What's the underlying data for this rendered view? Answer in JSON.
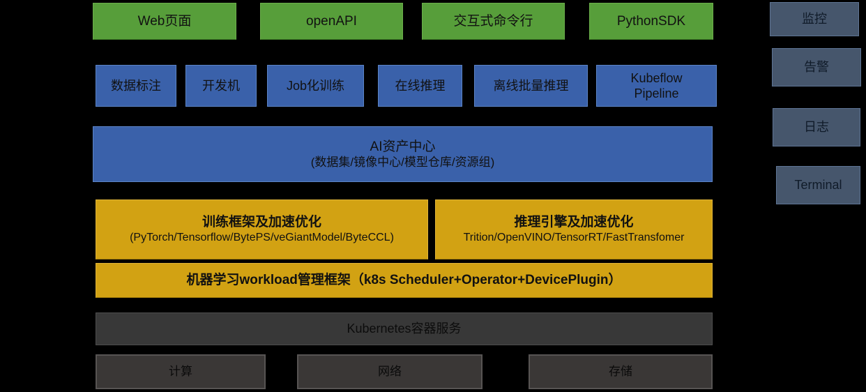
{
  "colors": {
    "background": "#000000",
    "access_green": "#579e3a",
    "platform_blue": "#3a61aa",
    "framework_yellow": "#d2a213",
    "infra_gray": "#3a3736",
    "kubernetes_gray": "#383838",
    "ops_slate": "#46566c"
  },
  "access_row": {
    "items": [
      {
        "label": "Web页面"
      },
      {
        "label": "openAPI"
      },
      {
        "label": "交互式命令行"
      },
      {
        "label": "PythonSDK"
      }
    ]
  },
  "platform_row": {
    "items": [
      {
        "label": "数据标注"
      },
      {
        "label": "开发机"
      },
      {
        "label": "Job化训练"
      },
      {
        "label": "在线推理"
      },
      {
        "label": "离线批量推理"
      },
      {
        "lines": [
          "Kubeflow",
          "Pipeline"
        ]
      }
    ]
  },
  "asset_center": {
    "title": "AI资产中心",
    "subtitle": "(数据集/镜像中心/模型仓库/资源组)"
  },
  "acceleration_row": {
    "items": [
      {
        "title": "训练框架及加速优化",
        "subtitle": "(PyTorch/Tensorflow/BytePS/veGiantModel/ByteCCL)"
      },
      {
        "title": "推理引擎及加速优化",
        "subtitle": "Trition/OpenVINO/TensorRT/FastTransfomer"
      }
    ]
  },
  "workload_bar": {
    "label": "机器学习workload管理框架（k8s Scheduler+Operator+DevicePlugin）"
  },
  "kubernetes_bar": {
    "label": "Kubernetes容器服务"
  },
  "infra_row": {
    "items": [
      {
        "label": "计算"
      },
      {
        "label": "网络"
      },
      {
        "label": "存储"
      }
    ]
  },
  "ops_column": {
    "items": [
      {
        "label": "监控"
      },
      {
        "label": "告警"
      },
      {
        "label": "日志"
      },
      {
        "label": "Terminal"
      }
    ]
  }
}
